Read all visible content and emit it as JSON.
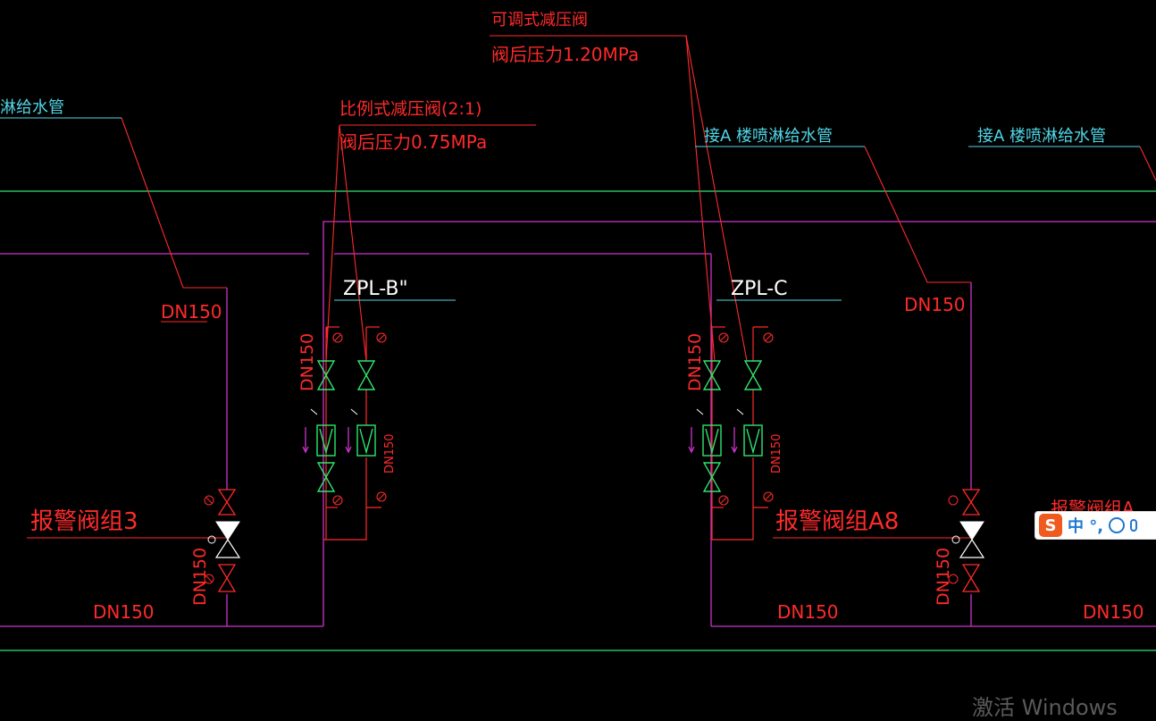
{
  "labels": {
    "top_left_pipe": "淋给水管",
    "adjustable_valve_title": "可调式减压阀",
    "adjustable_valve_pressure": "阀后压力1.20MPa",
    "ratio_valve_title": "比例式减压阀(2:1)",
    "ratio_valve_pressure": "阀后压力0.75MPa",
    "connect_pipe_1": "接A 楼喷淋给水管",
    "connect_pipe_2": "接A 楼喷淋给水管",
    "zpl_b": "ZPL-B\"",
    "zpl_c": "ZPL-C",
    "dn150_left_riser": "DN150",
    "dn150_right_riser": "DN150",
    "dn150_left_bottom": "DN150",
    "dn150_mid_bottom": "DN150",
    "dn150_right_bottom": "DN150",
    "dn150_vert_b": "DN150",
    "dn150_vert_b2": "DN150",
    "dn150_vert_c": "DN150",
    "dn150_vert_c2": "DN150",
    "dn150_vert_alarm3": "DN150",
    "dn150_vert_alarm8": "DN150",
    "alarm_group_3": "报警阀组3",
    "alarm_group_a8": "报警阀组A8",
    "alarm_group_partial": "报警阀组A"
  },
  "colors": {
    "background": "#000000",
    "red": "#ff2a2a",
    "cyan": "#4fd6e6",
    "green": "#2ee66e",
    "magenta": "#cc33cc",
    "white": "#ffffff"
  },
  "ime_toolbar": {
    "logo": "S",
    "text": "中 °,"
  },
  "watermark": "激活 Windows"
}
